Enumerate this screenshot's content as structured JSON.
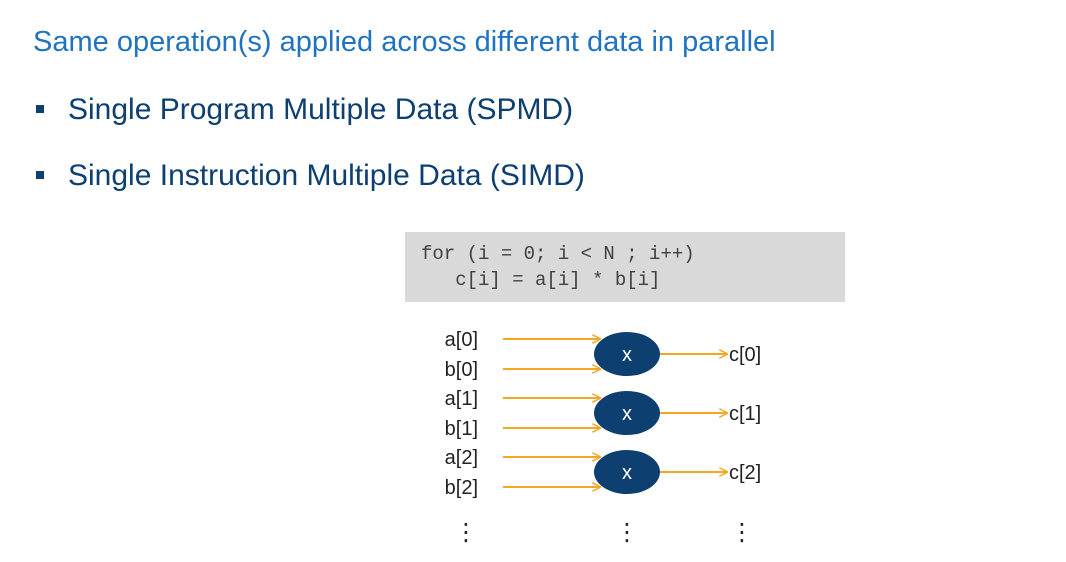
{
  "slide": {
    "title": "Same operation(s) applied across different data in parallel",
    "bullets": [
      "Single Program Multiple Data (SPMD)",
      "Single Instruction Multiple Data (SIMD)"
    ]
  },
  "code": {
    "lines": [
      "for (i = 0; i < N ; i++)",
      "   c[i] = a[i] * b[i]"
    ]
  },
  "diagram": {
    "rows": [
      {
        "input_a": "a[0]",
        "input_b": "b[0]",
        "op": "x",
        "output": "c[0]"
      },
      {
        "input_a": "a[1]",
        "input_b": "b[1]",
        "op": "x",
        "output": "c[1]"
      },
      {
        "input_a": "a[2]",
        "input_b": "b[2]",
        "op": "x",
        "output": "c[2]"
      }
    ],
    "ellipsis": "⋮",
    "colors": {
      "arrow": "#f5a623",
      "node": "#0d3f70",
      "node_text": "#ffffff",
      "label": "#222222"
    }
  }
}
